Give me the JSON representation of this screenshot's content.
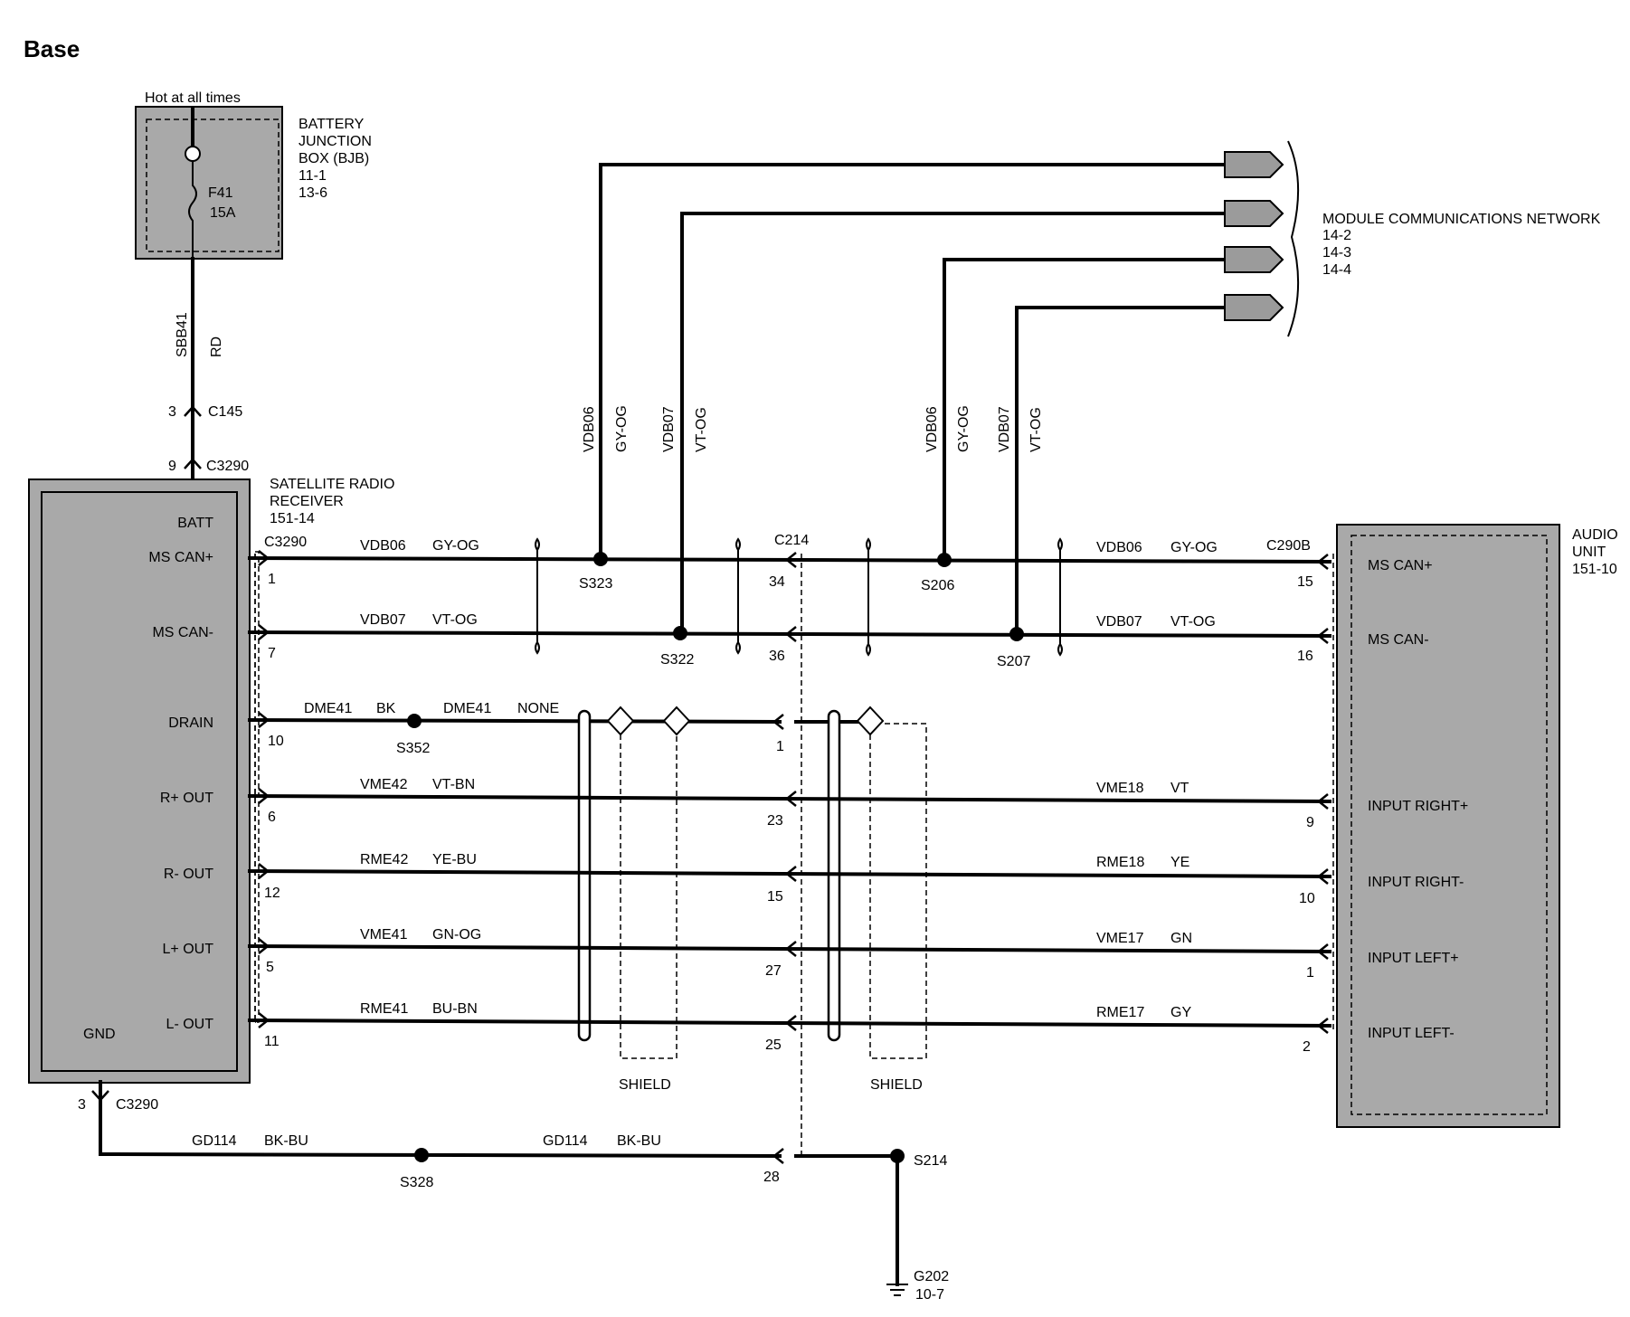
{
  "title": "Base",
  "bjb": {
    "hot_label": "Hot at all times",
    "name_lines": [
      "BATTERY",
      "JUNCTION",
      "BOX (BJB)",
      "11-1",
      "13-6"
    ],
    "fuse_id": "F41",
    "fuse_rating": "15A"
  },
  "power_feed": {
    "circuit": "SBB41",
    "color": "RD",
    "c145_pin": "3",
    "c145": "C145",
    "c3290_pin": "9",
    "c3290": "C3290"
  },
  "satellite_receiver": {
    "name_lines": [
      "SATELLITE  RADIO",
      "RECEIVER",
      "151-14"
    ],
    "connector": "C3290",
    "pins": [
      "BATT",
      "MS CAN+",
      "MS CAN-",
      "DRAIN",
      "R+ OUT",
      "R- OUT",
      "L+ OUT",
      "L- OUT",
      "GND"
    ]
  },
  "audio_unit": {
    "name_lines": [
      "AUDIO",
      "UNIT",
      "151-10"
    ],
    "connector": "C290B",
    "pins": [
      "MS CAN+",
      "MS CAN-",
      "INPUT RIGHT+",
      "INPUT RIGHT-",
      "INPUT LEFT+",
      "INPUT LEFT-"
    ]
  },
  "network": {
    "name_lines": [
      "MODULE COMMUNICATIONS NETWORK",
      "14-2",
      "14-3",
      "14-4"
    ]
  },
  "inline_connector": "C214",
  "vertical_labels": {
    "s323_circuit": "VDB06",
    "s323_color": "GY-OG",
    "s322_circuit": "VDB07",
    "s322_color": "VT-OG",
    "s206_circuit": "VDB06",
    "s206_color": "GY-OG",
    "s207_circuit": "VDB07",
    "s207_color": "VT-OG"
  },
  "rows": {
    "can_hi": {
      "left_pin": "1",
      "left_circuit": "VDB06",
      "left_color": "GY-OG",
      "splice_left": "S323",
      "c214_pin": "34",
      "splice_right": "S206",
      "right_circuit": "VDB06",
      "right_color": "GY-OG",
      "right_pin": "15"
    },
    "can_lo": {
      "left_pin": "7",
      "left_circuit": "VDB07",
      "left_color": "VT-OG",
      "splice_left": "S322",
      "c214_pin": "36",
      "splice_right": "S207",
      "right_circuit": "VDB07",
      "right_color": "VT-OG",
      "right_pin": "16"
    },
    "drain": {
      "left_pin": "10",
      "circuit_a": "DME41",
      "color_a": "BK",
      "splice": "S352",
      "circuit_b": "DME41",
      "color_b": "NONE",
      "c214_pin": "1"
    },
    "r_plus": {
      "left_pin": "6",
      "left_circuit": "VME42",
      "left_color": "VT-BN",
      "c214_pin": "23",
      "right_circuit": "VME18",
      "right_color": "VT",
      "right_pin": "9"
    },
    "r_minus": {
      "left_pin": "12",
      "left_circuit": "RME42",
      "left_color": "YE-BU",
      "c214_pin": "15",
      "right_circuit": "RME18",
      "right_color": "YE",
      "right_pin": "10"
    },
    "l_plus": {
      "left_pin": "5",
      "left_circuit": "VME41",
      "left_color": "GN-OG",
      "c214_pin": "27",
      "right_circuit": "VME17",
      "right_color": "GN",
      "right_pin": "1"
    },
    "l_minus": {
      "left_pin": "11",
      "left_circuit": "RME41",
      "left_color": "BU-BN",
      "c214_pin": "25",
      "right_circuit": "RME17",
      "right_color": "GY",
      "right_pin": "2"
    }
  },
  "shield_label": "SHIELD",
  "ground": {
    "gnd_pin": "3",
    "gnd_connector": "C3290",
    "circuit_a": "GD114",
    "color_a": "BK-BU",
    "splice_a": "S328",
    "circuit_b": "GD114",
    "color_b": "BK-BU",
    "c214_pin": "28",
    "splice_b": "S214",
    "ground_id": "G202",
    "ground_ref": "10-7"
  }
}
